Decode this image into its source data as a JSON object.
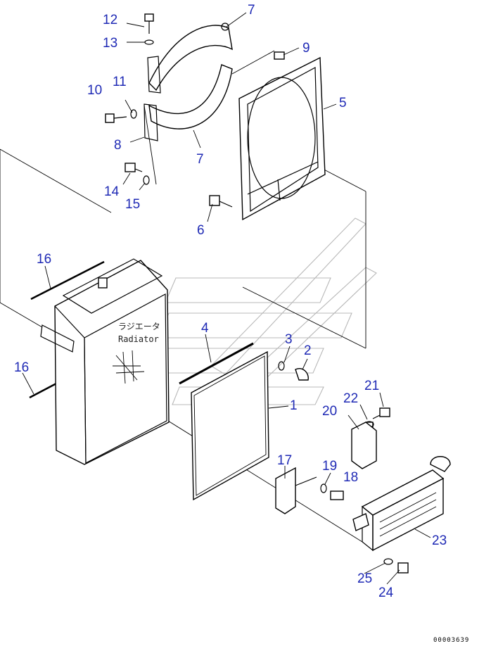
{
  "callouts": [
    {
      "id": "c1",
      "text": "1"
    },
    {
      "id": "c2",
      "text": "2"
    },
    {
      "id": "c3",
      "text": "3"
    },
    {
      "id": "c4",
      "text": "4"
    },
    {
      "id": "c5",
      "text": "5"
    },
    {
      "id": "c6",
      "text": "6"
    },
    {
      "id": "c7a",
      "text": "7"
    },
    {
      "id": "c7b",
      "text": "7"
    },
    {
      "id": "c8",
      "text": "8"
    },
    {
      "id": "c9",
      "text": "9"
    },
    {
      "id": "c10",
      "text": "10"
    },
    {
      "id": "c11",
      "text": "11"
    },
    {
      "id": "c12",
      "text": "12"
    },
    {
      "id": "c13",
      "text": "13"
    },
    {
      "id": "c14",
      "text": "14"
    },
    {
      "id": "c15",
      "text": "15"
    },
    {
      "id": "c16a",
      "text": "16"
    },
    {
      "id": "c16b",
      "text": "16"
    },
    {
      "id": "c17",
      "text": "17"
    },
    {
      "id": "c18",
      "text": "18"
    },
    {
      "id": "c19",
      "text": "19"
    },
    {
      "id": "c20",
      "text": "20"
    },
    {
      "id": "c21",
      "text": "21"
    },
    {
      "id": "c22",
      "text": "22"
    },
    {
      "id": "c23",
      "text": "23"
    },
    {
      "id": "c24",
      "text": "24"
    },
    {
      "id": "c25",
      "text": "25"
    }
  ],
  "radiator_label": {
    "japanese": "ラジエータ",
    "english": "Radiator"
  },
  "reference_number": "00003639",
  "colors": {
    "callout": "#1f2ab5",
    "line": "#000000",
    "watermark": "#b8b8b8"
  }
}
